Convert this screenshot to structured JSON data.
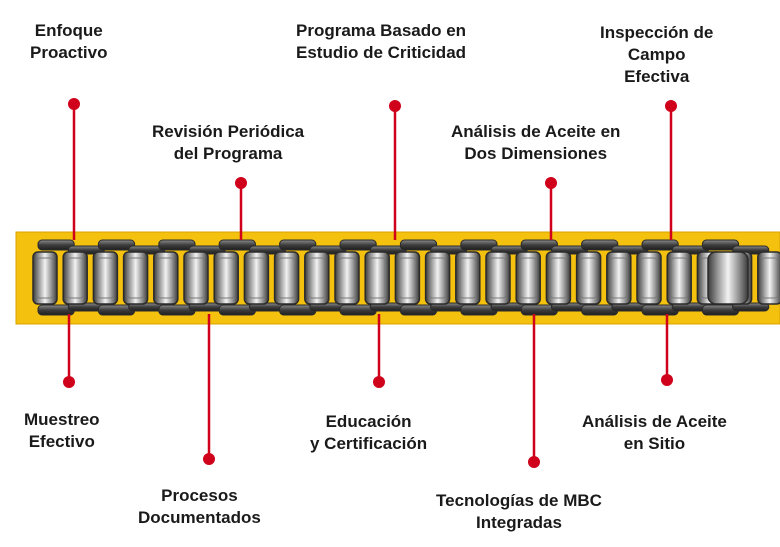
{
  "colors": {
    "band": "#f4c10f",
    "band_edge": "#d9a400",
    "chain_dark": "#2b2b2b",
    "chain_mid": "#7a7a7a",
    "roller_light": "#e6e6e6",
    "connector": "#d0021b",
    "text": "#1a1a1a"
  },
  "labels_top": [
    {
      "id": "enfoque-proactivo",
      "text": "Enfoque\nProactivo"
    },
    {
      "id": "revision-periodica",
      "text": "Revisión Periódica\ndel Programa"
    },
    {
      "id": "programa-criticidad",
      "text": "Programa Basado en\nEstudio de Criticidad"
    },
    {
      "id": "analisis-dos-dimensiones",
      "text": "Análisis de Aceite en\nDos Dimensiones"
    },
    {
      "id": "inspeccion-campo",
      "text": "Inspección de\nCampo\nEfectiva"
    }
  ],
  "labels_bottom": [
    {
      "id": "muestreo-efectivo",
      "text": "Muestreo\nEfectivo"
    },
    {
      "id": "procesos-documentados",
      "text": "Procesos\nDocumentados"
    },
    {
      "id": "educacion-certificacion",
      "text": "Educación\ny Certificación"
    },
    {
      "id": "tecnologias-mbc",
      "text": "Tecnologías de MBC\nIntegradas"
    },
    {
      "id": "analisis-sitio",
      "text": "Análisis de Aceite\nen Sitio"
    }
  ]
}
